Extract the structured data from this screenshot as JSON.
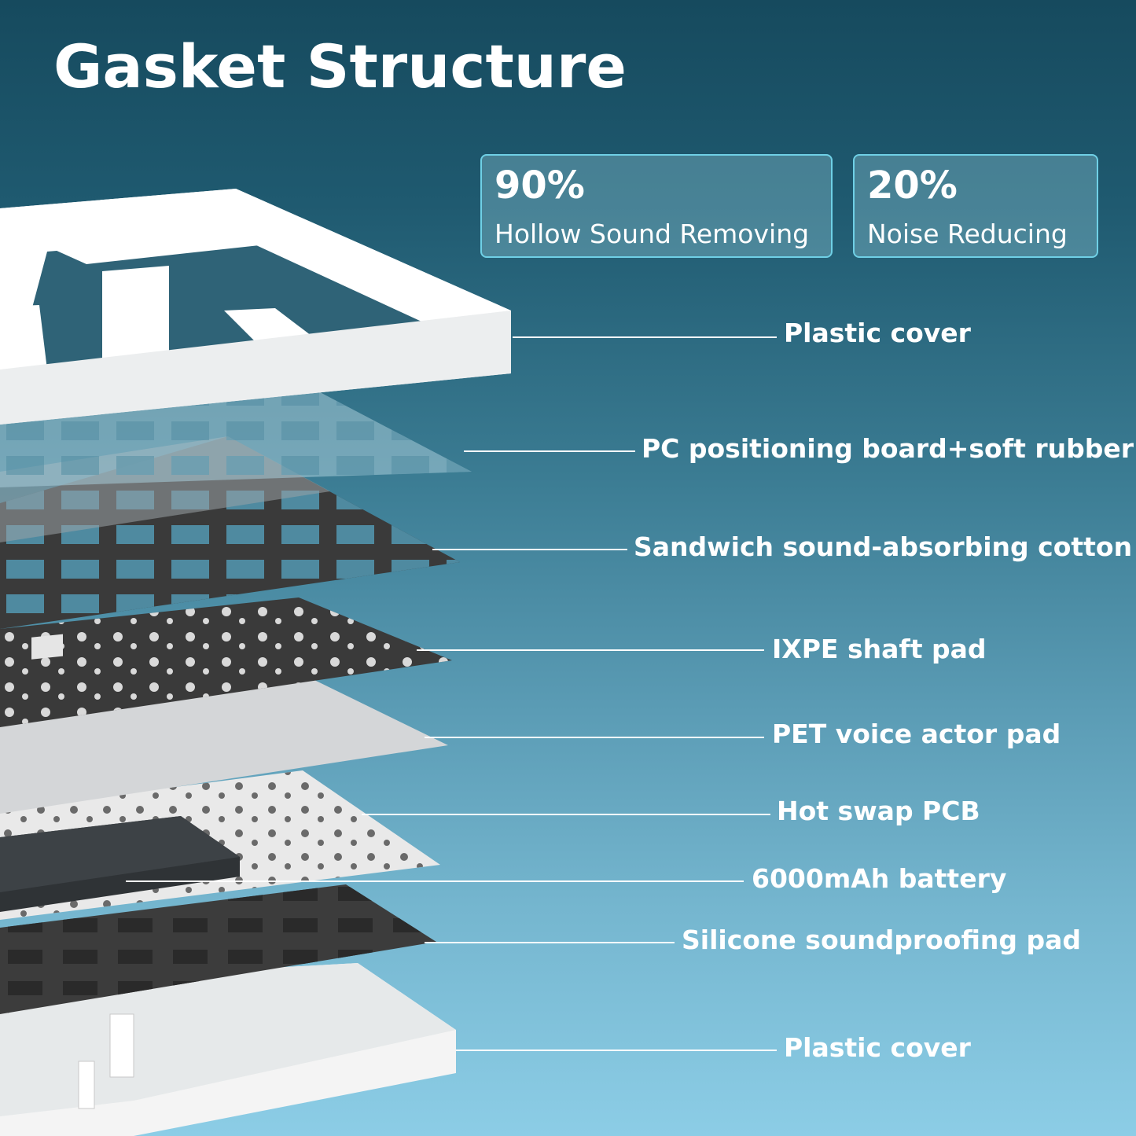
{
  "title": "Gasket Structure",
  "stats": [
    {
      "value": "90%",
      "label": "Hollow Sound Removing"
    },
    {
      "value": "20%",
      "label": "Noise Reducing"
    }
  ],
  "layers": [
    "Plastic cover",
    "PC positioning board+soft rubber",
    "Sandwich sound-absorbing cotton",
    "IXPE shaft pad",
    "PET voice actor pad",
    "Hot swap PCB",
    "6000mAh battery",
    "Silicone soundproofing pad",
    "Plastic cover"
  ],
  "colors": {
    "background_top": "#164a5e",
    "background_bottom": "#8ccde6",
    "card_border": "#6fd0e6",
    "text": "#ffffff"
  }
}
